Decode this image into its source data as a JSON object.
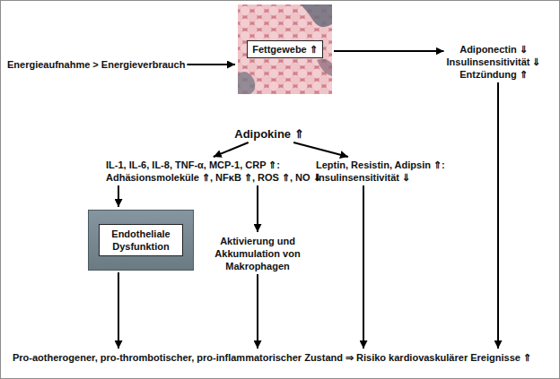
{
  "diagram": {
    "nodes": [
      {
        "text": [
          "Energieaufnahme > Energieverbrauch"
        ]
      },
      {
        "text": [
          "Fettgewebe ⇑"
        ]
      },
      {
        "text": [
          "Adiponectin ⇓",
          "Insulinsensitivität ⇓",
          "Entzündung ⇑"
        ]
      },
      {
        "text": [
          "Adipokine ⇑"
        ]
      },
      {
        "text": [
          "IL-1, IL-6, IL-8, TNF-α, MCP-1, CRP ⇑:",
          "Adhäsionsmoleküle ⇑, NFκB ⇑, ROS ⇑, NO ⇓"
        ]
      },
      {
        "text": [
          "Leptin, Resistin, Adipsin ⇑:",
          "Insulinsensitivität ⇓"
        ]
      },
      {
        "text": [
          "Endotheliale Dysfunktion"
        ]
      },
      {
        "text": [
          "Aktivierung und Akkumulation von Makrophagen"
        ]
      },
      {
        "text": [
          "Pro-aotherogener, pro-thrombotischer, pro-inflammatorischer Zustand ⇒ Risiko kardiovaskulärer Ereignisse ⇑"
        ]
      }
    ],
    "edges": [
      {
        "from": 0,
        "to": 1,
        "arrow": "to"
      },
      {
        "from": 1,
        "to": 2,
        "arrow": "to"
      },
      {
        "from": 3,
        "to": 4,
        "arrow": "to"
      },
      {
        "from": 3,
        "to": 5,
        "arrow": "to"
      },
      {
        "from": 4,
        "to": 6,
        "arrow": "to"
      },
      {
        "from": 4,
        "to": 7,
        "arrow": "to"
      },
      {
        "from": 6,
        "to": 8,
        "arrow": "to"
      },
      {
        "from": 7,
        "to": 8,
        "arrow": "to"
      },
      {
        "from": 5,
        "to": 8,
        "arrow": "to"
      },
      {
        "from": 2,
        "to": 8,
        "arrow": "to"
      }
    ]
  }
}
